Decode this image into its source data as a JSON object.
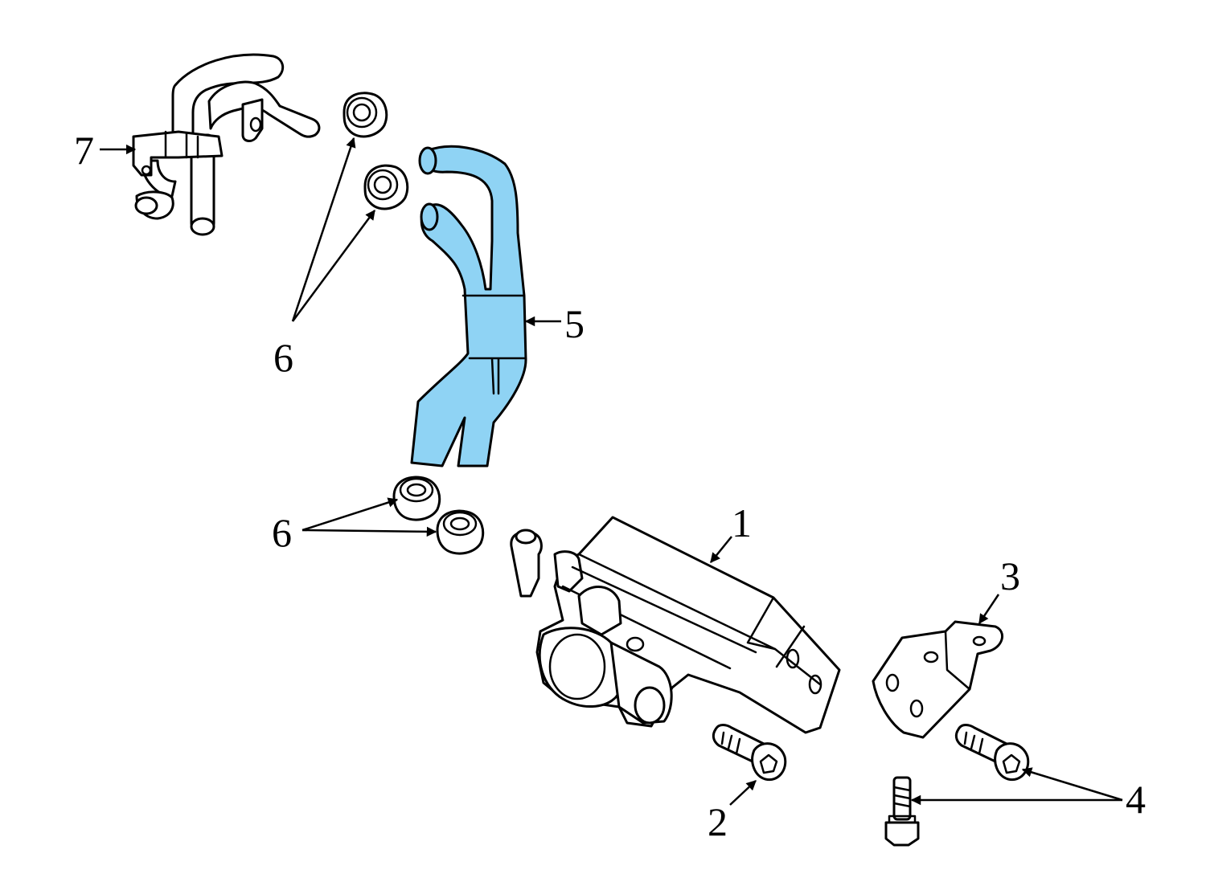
{
  "colors": {
    "highlight": "#8fd3f4",
    "line": "#000000",
    "background": "#ffffff"
  },
  "callouts": {
    "c1": "1",
    "c2": "2",
    "c3": "3",
    "c4": "4",
    "c5": "5",
    "c6_top": "6",
    "c6_bottom": "6",
    "c7": "7"
  }
}
